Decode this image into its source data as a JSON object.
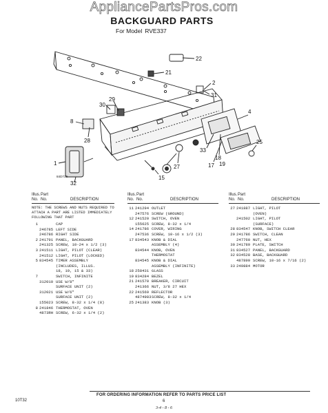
{
  "watermark": "AppliancePartsPros.com",
  "title": "BACKGUARD PARTS",
  "model": {
    "prefix": "For Model",
    "number": "RVE337"
  },
  "diagram_code": "84D732",
  "callouts": [
    "22",
    "21",
    "2",
    "29",
    "30",
    "31",
    "8",
    "28",
    "4",
    "1",
    "33",
    "27",
    "25",
    "18",
    "17",
    "19",
    "15",
    "32"
  ],
  "table_header": {
    "illus": "Illus.",
    "no": "No.",
    "part": "Part",
    "part_no": "No.",
    "description": "DESCRIPTION"
  },
  "col1": {
    "note": "NOTE: THE SCREWS AND NUTS REQUIRED TO ATTACH A PART ARE LISTED IMMEDIATELY FOLLOWING THAT PART",
    "rows": [
      {
        "ill": "1",
        "pn": "",
        "desc": "CAP"
      },
      {
        "ill": "",
        "pn": "246785",
        "desc": "LEFT SIDE"
      },
      {
        "ill": "",
        "pn": "246786",
        "desc": "RIGHT SIDE"
      },
      {
        "ill": "2",
        "pn": "241791",
        "desc": "PANEL, BACKGUARD"
      },
      {
        "ill": "",
        "pn": "241325",
        "desc": "SCREW, 10-24 x 1/2 (3)"
      },
      {
        "ill": "3",
        "pn": "241511",
        "desc": "LIGHT, PILOT (CLEAR)"
      },
      {
        "ill": "",
        "pn": "241512",
        "desc": "LIGHT, PILOT (LOCKED)"
      },
      {
        "ill": "5",
        "pn": "834545",
        "desc": "TIMER ASSEMBLY"
      },
      {
        "ill": "",
        "pn": "",
        "desc": "(INCLUDES, ILLUS."
      },
      {
        "ill": "",
        "pn": "",
        "desc": "18, 19, 15 & 33)"
      },
      {
        "ill": "7",
        "pn": "",
        "desc": "SWITCH, INFINITE"
      },
      {
        "ill": "",
        "pn": "312010",
        "desc": "USE W/8\""
      },
      {
        "ill": "",
        "pn": "",
        "desc": "SURFACE UNIT (2)"
      },
      {
        "ill": "",
        "pn": "312021",
        "desc": "USE W/6\""
      },
      {
        "ill": "",
        "pn": "",
        "desc": "SURFACE UNIT (2)"
      },
      {
        "ill": "",
        "pn": "155023",
        "desc": "SCREW, 8-32 x 1/4 (8)"
      },
      {
        "ill": "8",
        "pn": "241846",
        "desc": "THERMOSTAT, OVEN"
      },
      {
        "ill": "",
        "pn": "4873RH",
        "desc": "SCREW, 6-32 x 1/4 (2)"
      }
    ]
  },
  "col2": {
    "rows": [
      {
        "ill": "11",
        "pn": "241294",
        "desc": "OUTLET"
      },
      {
        "ill": "",
        "pn": "247576",
        "desc": "SCREW (GROUND)"
      },
      {
        "ill": "12",
        "pn": "241520",
        "desc": "SWITCH, OVEN"
      },
      {
        "ill": "",
        "pn": "155625",
        "desc": "SCREW, 8-32 x 1/4"
      },
      {
        "ill": "14",
        "pn": "241786",
        "desc": "COVER, WIRING"
      },
      {
        "ill": "",
        "pn": "247536",
        "desc": "SCREW, 10-16 x 1/2 (3)"
      },
      {
        "ill": "17",
        "pn": "834543",
        "desc": "KNOB & DIAL"
      },
      {
        "ill": "",
        "pn": "",
        "desc": "ASSEMBLY (4)"
      },
      {
        "ill": "",
        "pn": "834544",
        "desc": "KNOB, OVEN"
      },
      {
        "ill": "",
        "pn": "",
        "desc": "THERMOSTAT"
      },
      {
        "ill": "",
        "pn": "834545",
        "desc": "KNOB & DIAL"
      },
      {
        "ill": "",
        "pn": "",
        "desc": "ASSEMBLY (INFINITE)"
      },
      {
        "ill": "18",
        "pn": "258431",
        "desc": "GLASS"
      },
      {
        "ill": "19",
        "pn": "834284",
        "desc": "BEZEL"
      },
      {
        "ill": "21",
        "pn": "241570",
        "desc": "BREAKER, CIRCUIT"
      },
      {
        "ill": "",
        "pn": "241366",
        "desc": "NUT, 3/8 27 HEX"
      },
      {
        "ill": "22",
        "pn": "241569",
        "desc": "REFLECTOR"
      },
      {
        "ill": "",
        "pn": "4874983",
        "desc": "SCREW, 8-32 x 1/4"
      },
      {
        "ill": "25",
        "pn": "241383",
        "desc": "KNOB (3)"
      }
    ]
  },
  "col3": {
    "rows": [
      {
        "ill": "27",
        "pn": "241887",
        "desc": "LIGHT, PILOT"
      },
      {
        "ill": "",
        "pn": "",
        "desc": "(OVEN)"
      },
      {
        "ill": "",
        "pn": "241502",
        "desc": "LIGHT, PILOT"
      },
      {
        "ill": "",
        "pn": "",
        "desc": "(SURFACE)"
      },
      {
        "ill": "28",
        "pn": "834547",
        "desc": "KNOB, SWITCH CLEAR"
      },
      {
        "ill": "29",
        "pn": "241786",
        "desc": "SWITCH, CLEAN"
      },
      {
        "ill": "",
        "pn": "247760",
        "desc": "NUT, HEX"
      },
      {
        "ill": "30",
        "pn": "241789",
        "desc": "PLATE, SWITCH"
      },
      {
        "ill": "31",
        "pn": "834527",
        "desc": "PANEL, BACKGUARD"
      },
      {
        "ill": "32",
        "pn": "834528",
        "desc": "BASE, BACKGUARD"
      },
      {
        "ill": "",
        "pn": "487899",
        "desc": "SCREW, 10-16 x 7/16 (2)"
      },
      {
        "ill": "33",
        "pn": "249884",
        "desc": "MOTOR"
      }
    ]
  },
  "footer": "FOR ORDERING INFORMATION REFER TO PARTS PRICE LIST",
  "doc_code": "10T32",
  "page_number": "6",
  "date_mark": "3-4 - 8 - 6"
}
